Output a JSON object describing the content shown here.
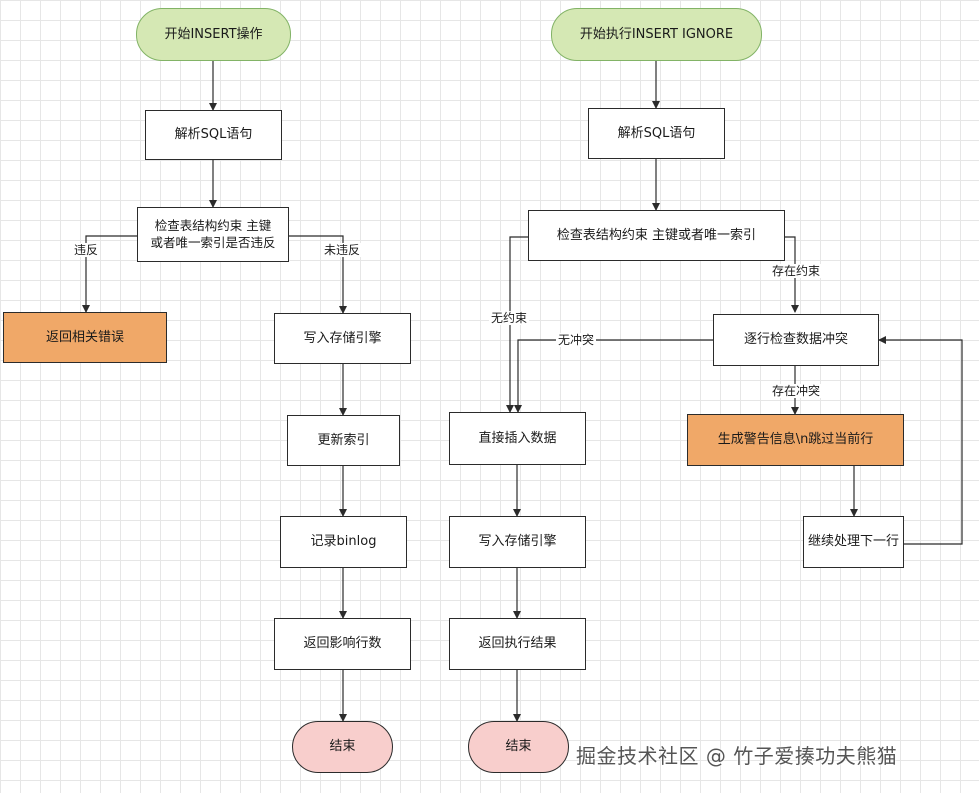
{
  "left_flow": {
    "start": "开始INSERT操作",
    "parse": "解析SQL语句",
    "check": "检查表结构约束 主键\n或者唯一索引是否违反",
    "edge_violate": "违反",
    "edge_not_violate": "未违反",
    "error": "返回相关错误",
    "write_engine": "写入存储引擎",
    "update_index": "更新索引",
    "record_binlog": "记录binlog",
    "return_rows": "返回影响行数",
    "end": "结束"
  },
  "right_flow": {
    "start": "开始执行INSERT IGNORE",
    "parse": "解析SQL语句",
    "check": "检查表结构约束 主键或者唯一索引",
    "edge_has_constraint": "存在约束",
    "edge_no_constraint": "无约束",
    "row_check": "逐行检查数据冲突",
    "edge_no_conflict": "无冲突",
    "edge_has_conflict": "存在冲突",
    "warning": "生成警告信息\\n跳过当前行",
    "continue_next": "继续处理下一行",
    "insert_data": "直接插入数据",
    "write_engine": "写入存储引擎",
    "return_result": "返回执行结果",
    "end": "结束"
  },
  "watermark": "掘金技术社区 @ 竹子爱揍功夫熊猫",
  "colors": {
    "start_fill": "#d5e8b4",
    "start_stroke": "#82b366",
    "end_fill": "#f8cecc",
    "warn_fill": "#f0a868",
    "line": "#2b2b2b"
  }
}
